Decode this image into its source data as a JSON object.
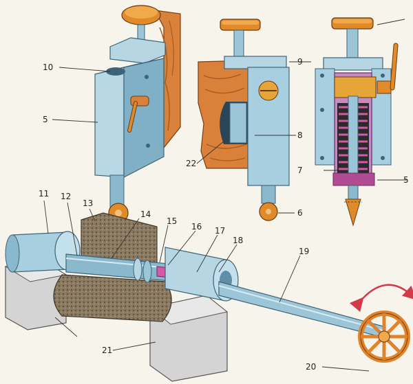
{
  "labels": {
    "l10": "10",
    "l5": "5",
    "l9": "9",
    "l8": "8",
    "l7": "7",
    "l6": "6",
    "l22": "22",
    "l11": "11",
    "l12": "12",
    "l13": "13",
    "l14": "14",
    "l15": "15",
    "l16": "16",
    "l17": "17",
    "l18": "18",
    "l19": "19",
    "l20": "20",
    "l21": "21",
    "l5r": "5"
  },
  "colors": {
    "steel_blue": "#9cc6d8",
    "steel_dark": "#5f8fa6",
    "knob_orange": "#e08a2a",
    "wood": "#d9813a",
    "grain": "#a85a1e",
    "abrasive": "#8a7a62",
    "spring_magenta": "#b04a92",
    "mount_gray": "#cfcfcf",
    "wheel_orange": "#e0842c",
    "arrow_red": "#d23a4a"
  }
}
